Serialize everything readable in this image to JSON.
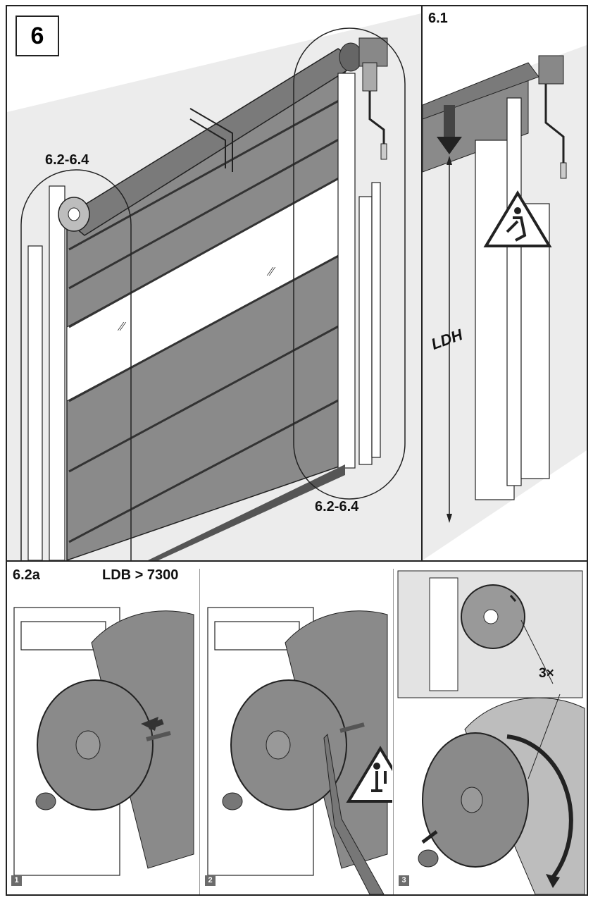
{
  "top": {
    "step_number": "6",
    "callout_left": "6.2-6.4",
    "callout_right": "6.2-6.4",
    "panel_61_label": "6.1",
    "height_label": "LDH"
  },
  "bottom": {
    "section_label": "6.2a",
    "condition_label": "LDB > 7300",
    "repeat_label": "3×",
    "substeps": [
      "1",
      "2",
      "3"
    ]
  },
  "icons": [
    "warning-falling-object-icon",
    "warning-person-lifted-icon",
    "push-arrow-icon",
    "rotate-arrow-icon"
  ],
  "colors": {
    "door_fabric": "#8a8a8a",
    "line": "#222222",
    "wall": "#e8e8e8"
  }
}
